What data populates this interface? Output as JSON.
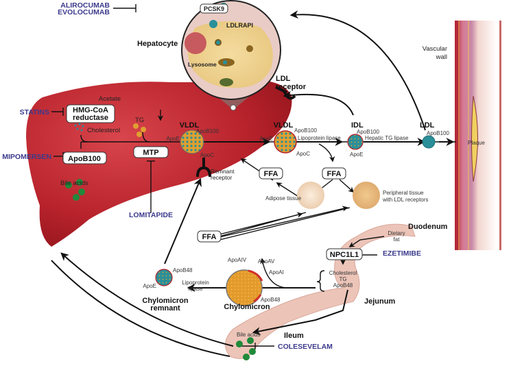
{
  "title": "Lipoprotein metabolism and lipid-lowering drug targets",
  "colors": {
    "drug_text": "#3b3a8c",
    "liver": "#b5202a",
    "intestine": "#ecc4b8",
    "lipoprotein_teal": "#2a8f99",
    "lipoprotein_orange": "#e0a030",
    "bile_acid_green": "#1f8a3a",
    "arrow": "#111111"
  },
  "drugs": {
    "alirocumab": "ALIROCUMAB",
    "evolocumab": "EVOLOCUMAB",
    "statins": "STATINS",
    "mipomersen": "MIPOMERSEN",
    "lomitapide": "LOMITAPIDE",
    "ezetimibe": "EZETIMIBE",
    "colesevelam": "COLESEVELAM"
  },
  "hepatocyte": {
    "label": "Hepatocyte",
    "pcsk9": "PCSK9",
    "ldlrapi": "LDLRAPI",
    "lysosome": "Lysosome"
  },
  "liver": {
    "acetate": "Acetate",
    "hmg_coa": [
      "HMG-CoA",
      "reductase"
    ],
    "cholesterol": "Cholesterol",
    "tg": "TG",
    "apob100_box": "ApoB100",
    "mtp_box": "MTP",
    "bile_acids": "Bile acids",
    "remnant_receptor": [
      "Remnant",
      "receptor"
    ],
    "ldl_receptor": [
      "LDL",
      "receptor"
    ]
  },
  "particles": {
    "vldl_liver": {
      "name": "VLDL",
      "apo_top": "ApoB100",
      "apo_left": "ApoE",
      "apo_bottom": "ApoC"
    },
    "vldl": {
      "name": "VLDL",
      "apo_top": "ApoB100",
      "apo_left": "ApoE",
      "apo_bottom": "ApoC"
    },
    "idl": {
      "name": "IDL",
      "apo_top": "ApoB100",
      "apo_bottom": "ApoE"
    },
    "ldl": {
      "name": "LDL",
      "apo_top": "ApoB100"
    },
    "chylomicron": {
      "name": "Chylomicron",
      "apo_1": "ApoAIV",
      "apo_2": "ApoAV",
      "apo_3": "ApoAI",
      "apo_4": "ApoB48"
    },
    "chylomicron_remnant": {
      "name": [
        "Chylomicron",
        "remnant"
      ],
      "apo_top": "ApoB48",
      "apo_left": "ApoE"
    }
  },
  "enzymes": {
    "lpl_vldl": "Lipoprotein lipase",
    "hepatic_tg_lipase": "Hepatic TG lipase",
    "lpl_chylo": [
      "Lipoprotein",
      "lipase"
    ]
  },
  "ffa": {
    "label": "FFA"
  },
  "tissues": {
    "adipose": "Adipose tissue",
    "peripheral": [
      "Peripheral tissue",
      "with LDL receptors"
    ]
  },
  "vessel": {
    "label": [
      "Vascular",
      "wall"
    ],
    "plaque": "Plaque"
  },
  "intestine": {
    "duodenum": "Duodenum",
    "jejunum": "Jejunum",
    "ileum": "Ileum",
    "dietary_fat": [
      "Dietary",
      "fat"
    ],
    "npc1l1": "NPC1L1",
    "absorbed": [
      "Cholesterol",
      "TG",
      "ApoB48"
    ],
    "bile_acids": "Bile acids"
  }
}
